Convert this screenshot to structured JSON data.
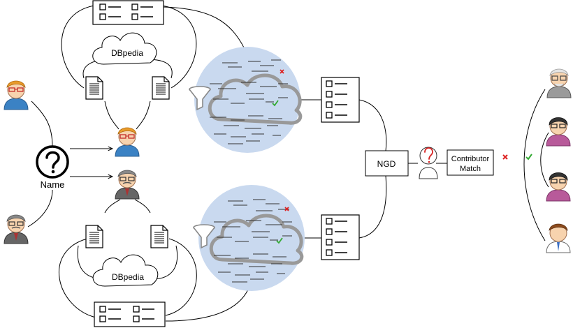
{
  "labels": {
    "name": "Name",
    "dbpedia_top": "DBpedia",
    "dbpedia_bottom": "DBpedia",
    "ngd": "NGD",
    "contributor_match_line1": "Contributor",
    "contributor_match_line2": "Match"
  },
  "colors": {
    "cloud_bg": "#c8d8ee",
    "cloud_outline": "#999999",
    "red_mark": "#dd2222",
    "green_mark": "#33aa33",
    "question_red": "#d62020"
  },
  "icons": {
    "question": "question-circle-icon",
    "filter": "funnel-icon",
    "document": "document-icon",
    "table": "checklist-table-icon",
    "person": "person-avatar-icon"
  }
}
